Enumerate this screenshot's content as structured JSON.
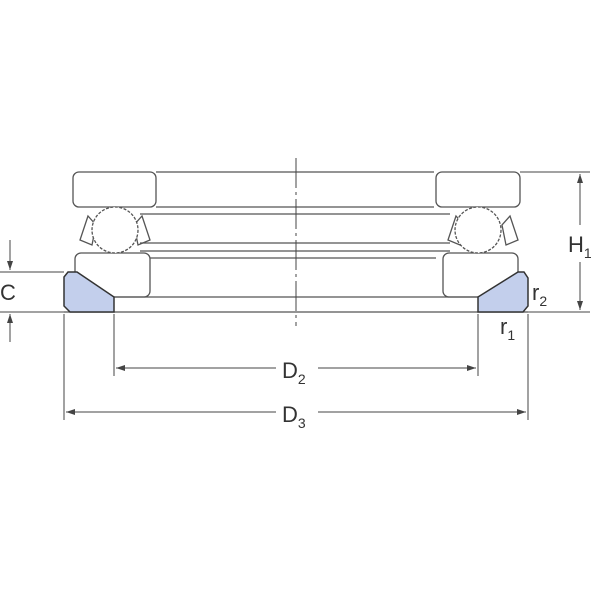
{
  "title": "Thrust ball bearing dimension drawing",
  "labels": {
    "H1": {
      "main": "H",
      "sub": "1"
    },
    "C": {
      "main": "C"
    },
    "r1": {
      "main": "r",
      "sub": "1"
    },
    "r2": {
      "main": "r",
      "sub": "2"
    },
    "D2": {
      "main": "D",
      "sub": "2"
    },
    "D3": {
      "main": "D",
      "sub": "3"
    }
  },
  "colors": {
    "seat_fill": "#c3cfec",
    "line": "#555555"
  }
}
